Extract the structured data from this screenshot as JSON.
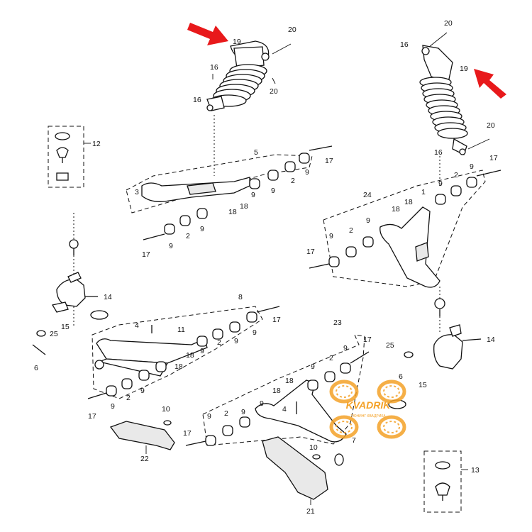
{
  "callouts": {
    "c1": "1",
    "c2": "2",
    "c3": "3",
    "c4": "4",
    "c5": "5",
    "c6": "6",
    "c7": "7",
    "c8": "8",
    "c9": "9",
    "c10": "10",
    "c11": "11",
    "c12": "12",
    "c13": "13",
    "c14": "14",
    "c15": "15",
    "c16": "16",
    "c17": "17",
    "c18": "18",
    "c19": "19",
    "c20": "20",
    "c21": "21",
    "c22": "22",
    "c23": "23",
    "c24": "24",
    "c25": "25"
  },
  "watermark": {
    "brand": "KVADRIK",
    "tagline": "ТЮНИНГ КВАДРИКА"
  },
  "colors": {
    "arrow": "#e8191b",
    "watermark": "#f4a228",
    "line": "#111111"
  }
}
